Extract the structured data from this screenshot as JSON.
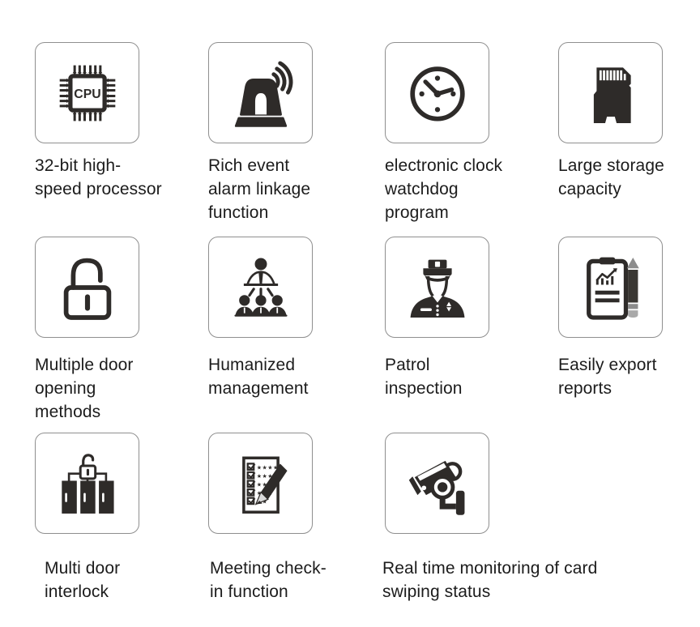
{
  "page": {
    "background": "#ffffff",
    "colors": {
      "icon_dark": "#2e2b29",
      "icon_gray": "#8c8c8c",
      "icon_light_gray": "#b3b3b3",
      "tile_border": "#8f8f8f",
      "text": "#1c1c1c"
    }
  },
  "cpu_icon_text": "CPU",
  "features": [
    {
      "icon": "cpu-chip",
      "label": "32-bit high-\nspeed processor"
    },
    {
      "icon": "alarm-siren",
      "label": "Rich event\nalarm linkage\nfunction"
    },
    {
      "icon": "clock",
      "label": "electronic clock\nwatchdog\nprogram"
    },
    {
      "icon": "sd-card",
      "label": "Large storage\ncapacity"
    },
    {
      "icon": "padlock-open",
      "label": "Multiple door\nopening\nmethods"
    },
    {
      "icon": "org-chart",
      "label": "Humanized\nmanagement"
    },
    {
      "icon": "police-officer",
      "label": "Patrol\ninspection"
    },
    {
      "icon": "report-clipboard",
      "label": "Easily export\nreports"
    },
    {
      "icon": "multi-door-lock",
      "label": "Multi door\ninterlock"
    },
    {
      "icon": "checklist-pencil",
      "label": "Meeting check-\nin function"
    },
    {
      "icon": "cctv-camera",
      "label": "Real time monitoring of card\nswiping status"
    }
  ]
}
